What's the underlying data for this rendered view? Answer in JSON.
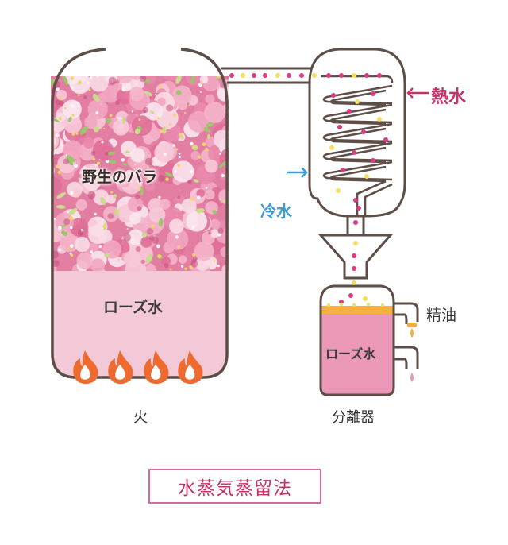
{
  "labels": {
    "rose_flowers": "野生のバラ",
    "rose_water_tank": "ローズ水",
    "fire": "火",
    "hot_water": "熱水",
    "hot_water_arrow": "←",
    "cold_water": "冷水",
    "cold_water_arrow": "→",
    "essential_oil": "精油",
    "rose_water_separator": "ローズ水",
    "separator": "分離器"
  },
  "title": "水蒸気蒸留法",
  "colors": {
    "outline": "#5e4e48",
    "rose_water": "#f3c8d7",
    "separator_water": "#ea97b8",
    "oil_layer": "#f4b042",
    "droplet_pink": "#dd3a82",
    "droplet_yellow": "#f6de5c",
    "hot_water_text": "#c4326a",
    "cold_water_text": "#3a9bd5",
    "flame": "#ee6a2e",
    "title_border": "#d26aa0"
  },
  "icons": {
    "flame": "flame-icon",
    "arrow_in": "arrow-right-icon",
    "arrow_out": "arrow-left-icon"
  }
}
